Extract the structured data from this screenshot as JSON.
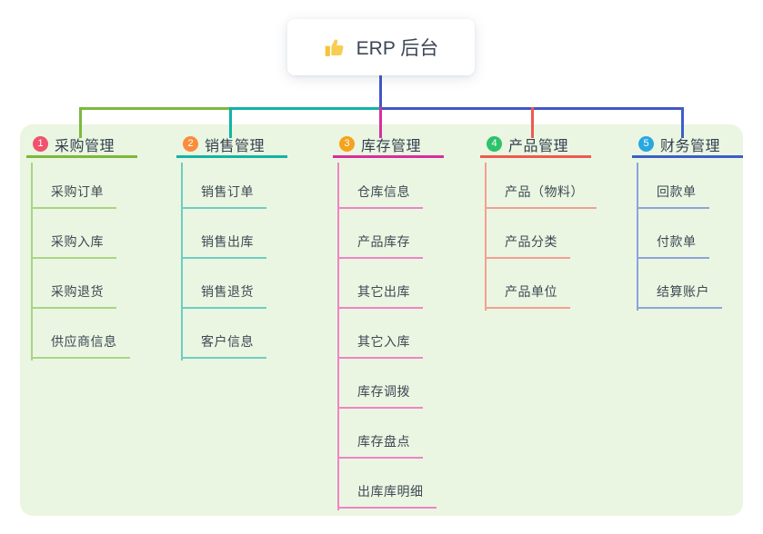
{
  "root": {
    "title": "ERP 后台",
    "icon": "thumbs-up-icon",
    "icon_color": "#f5c33b",
    "connector_color": "#4256c7"
  },
  "branches": [
    {
      "index": "1",
      "title": "采购管理",
      "badge_color": "#f0536b",
      "line_color": "#7db83e",
      "child_line_color": "#a9d583",
      "children": [
        "采购订单",
        "采购入库",
        "采购退货",
        "供应商信息"
      ]
    },
    {
      "index": "2",
      "title": "销售管理",
      "badge_color": "#fa8c3c",
      "line_color": "#13b3a4",
      "child_line_color": "#6fcdc3",
      "children": [
        "销售订单",
        "销售出库",
        "销售退货",
        "客户信息"
      ]
    },
    {
      "index": "3",
      "title": "库存管理",
      "badge_color": "#f5a31c",
      "line_color": "#d62f9f",
      "child_line_color": "#ef84c8",
      "children": [
        "仓库信息",
        "产品库存",
        "其它出库",
        "其它入库",
        "库存调拨",
        "库存盘点",
        "出库库明细"
      ]
    },
    {
      "index": "4",
      "title": "产品管理",
      "badge_color": "#2ec26a",
      "line_color": "#ec5a50",
      "child_line_color": "#f59e95",
      "children": [
        "产品（物料）",
        "产品分类",
        "产品单位"
      ]
    },
    {
      "index": "5",
      "title": "财务管理",
      "badge_color": "#29a8e0",
      "line_color": "#3c5ec8",
      "child_line_color": "#8ba5de",
      "children": [
        "回款单",
        "付款单",
        "结算账户"
      ]
    }
  ]
}
